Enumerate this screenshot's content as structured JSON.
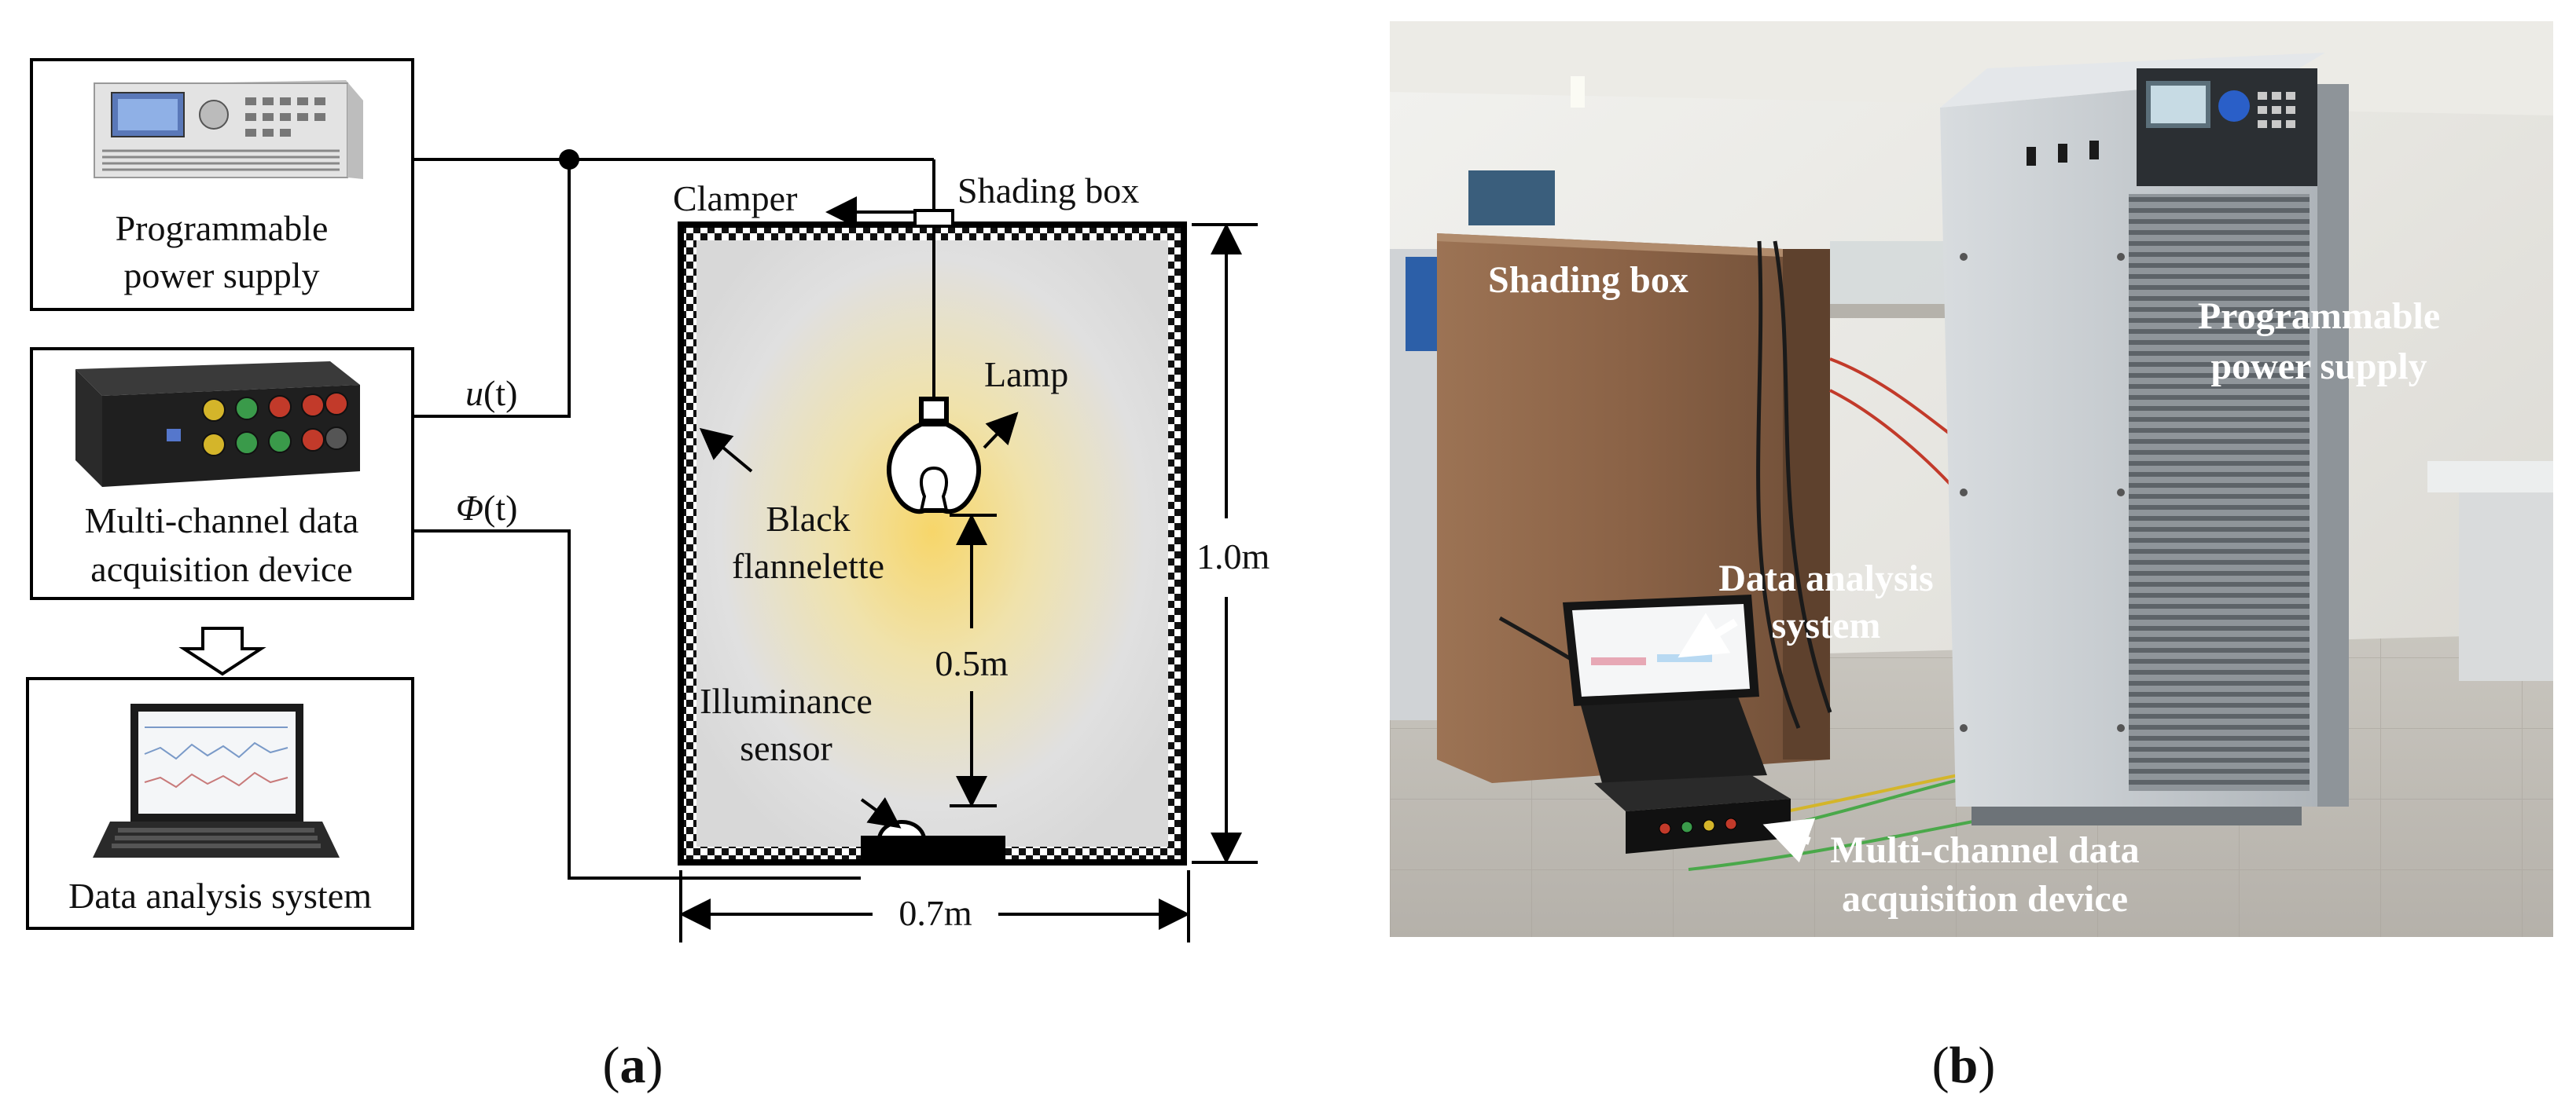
{
  "diagram": {
    "blocks": {
      "power_supply": [
        "Programmable",
        "power supply"
      ],
      "daq": [
        "Multi-channel data",
        "acquisition device"
      ],
      "analysis": "Data analysis system"
    },
    "signals": {
      "u_symbol": "u",
      "u_arg": "(t)",
      "phi_symbol": "Φ",
      "phi_arg": "(t)"
    },
    "labels": {
      "clamper": "Clamper",
      "shading_box": "Shading box",
      "lamp": "Lamp",
      "black_flannelette": [
        "Black",
        "flannelette"
      ],
      "illuminance_sensor": [
        "Illuminance",
        "sensor"
      ]
    },
    "dimensions": {
      "lamp_to_sensor": "0.5m",
      "height": "1.0m",
      "width": "0.7m"
    },
    "caption": {
      "open": "(",
      "letter": "a",
      "close": ")"
    }
  },
  "photo": {
    "labels": {
      "shading_box": "Shading box",
      "power_supply": [
        "Programmable",
        "power supply"
      ],
      "analysis": [
        "Data analysis",
        "system"
      ],
      "daq": [
        "Multi-channel data",
        "acquisition device"
      ]
    },
    "caption": {
      "open": "(",
      "letter": "b",
      "close": ")"
    }
  },
  "colors": {
    "line": "#000000",
    "box_fill": "#dcdcdc",
    "glow": "#f5d36b"
  }
}
